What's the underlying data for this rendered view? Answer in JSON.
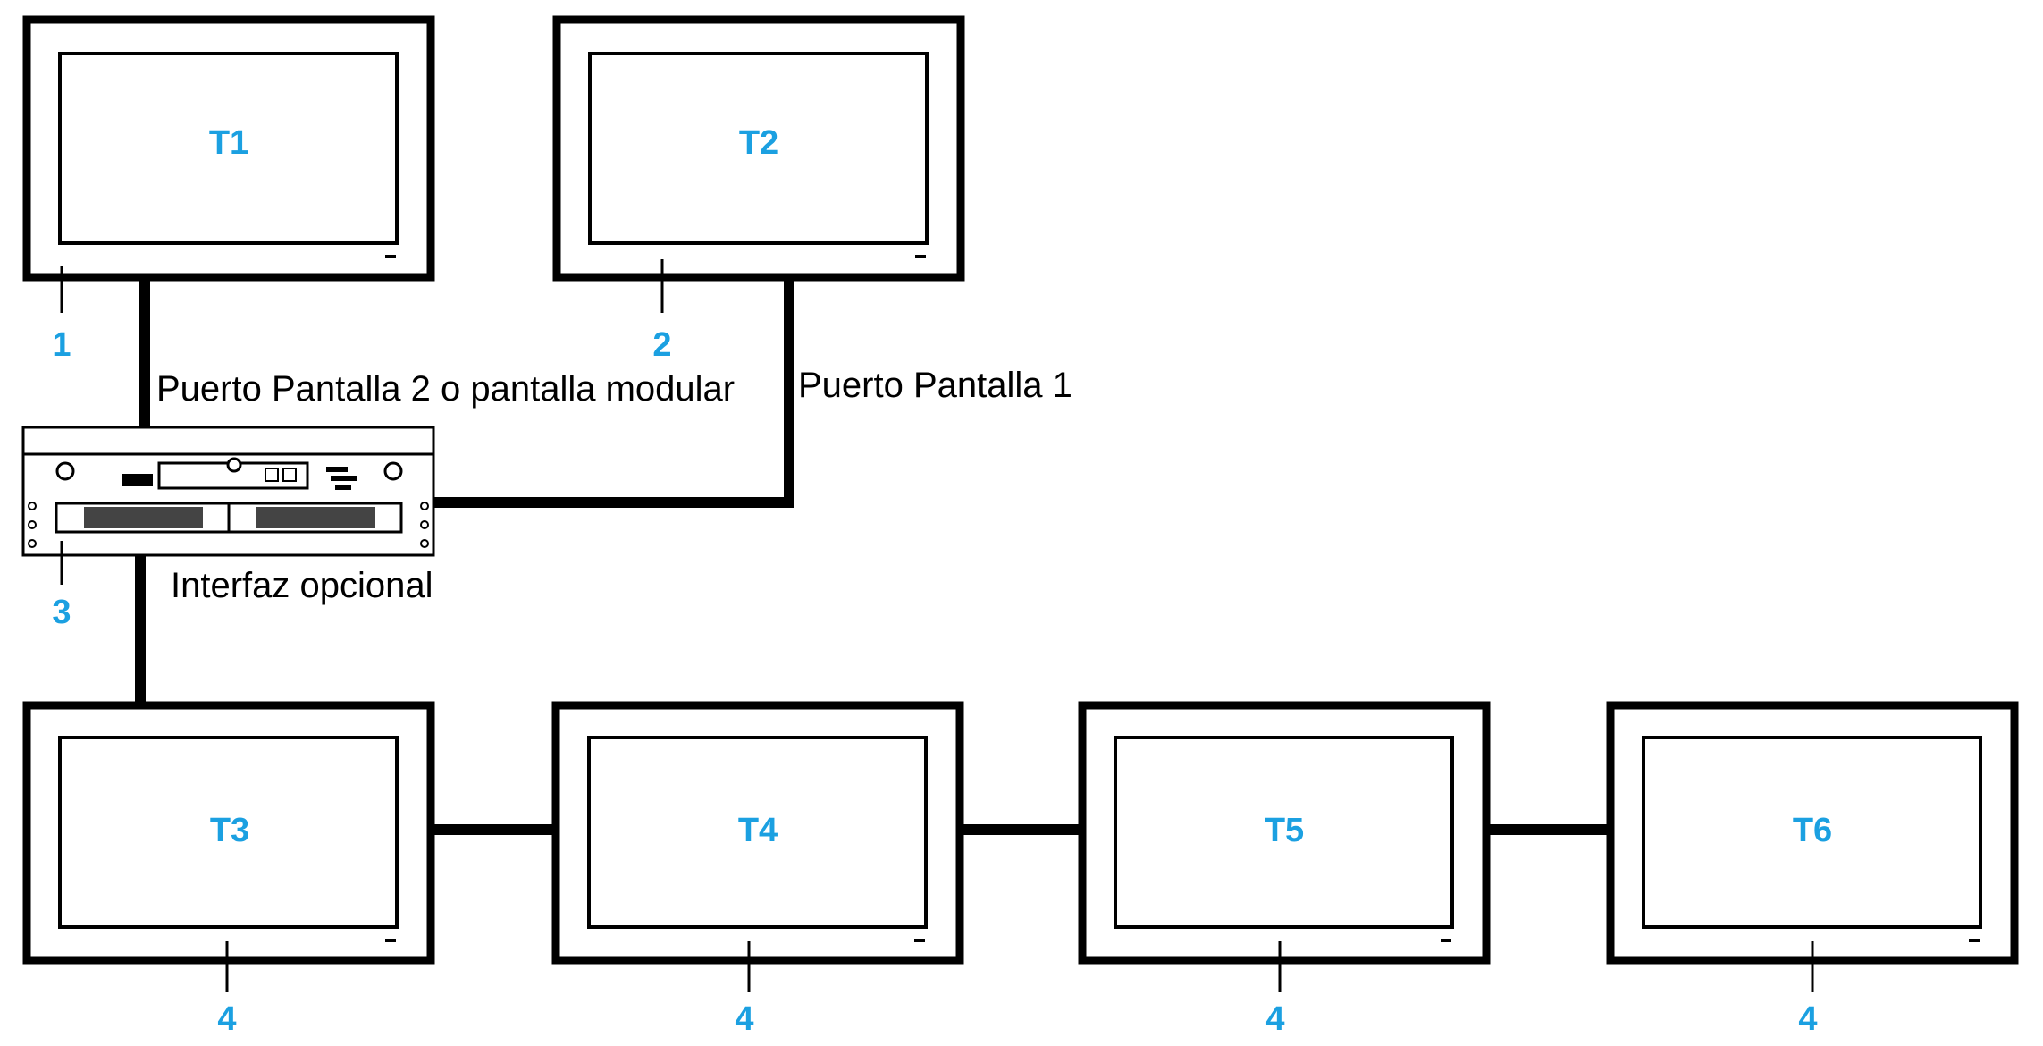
{
  "colors": {
    "accent": "#1ba0e1",
    "line": "#000000",
    "background": "#ffffff"
  },
  "terminals": [
    {
      "tag": "T1",
      "callout": "1"
    },
    {
      "tag": "T2",
      "callout": "2"
    },
    {
      "tag": "T3",
      "callout": "4"
    },
    {
      "tag": "T4",
      "callout": "4"
    },
    {
      "tag": "T5",
      "callout": "4"
    },
    {
      "tag": "T6",
      "callout": "4"
    }
  ],
  "box": {
    "callout": "3"
  },
  "labels": {
    "port2": "Puerto Pantalla  2 o pantalla modular",
    "port1": "Puerto Pantalla 1",
    "optional": "Interfaz opcional"
  }
}
